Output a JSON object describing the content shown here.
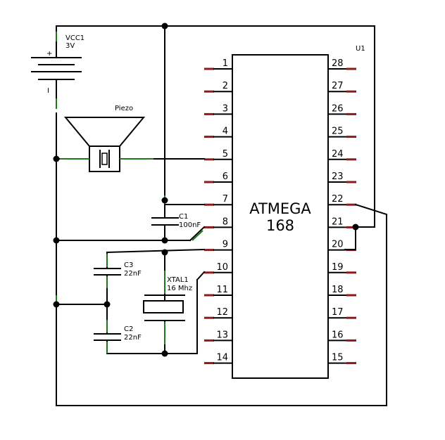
{
  "chip": {
    "designator": "U1",
    "label_line1": "ATMEGA",
    "label_line2": "168",
    "left_pins": [
      "1",
      "2",
      "3",
      "4",
      "5",
      "6",
      "7",
      "8",
      "9",
      "10",
      "11",
      "12",
      "13",
      "14"
    ],
    "right_pins": [
      "28",
      "27",
      "26",
      "25",
      "24",
      "23",
      "22",
      "21",
      "20",
      "19",
      "18",
      "17",
      "16",
      "15"
    ]
  },
  "battery": {
    "name": "VCC1",
    "value": "3V",
    "plus": "+",
    "minus": "I"
  },
  "piezo": {
    "name": "Piezo"
  },
  "c1": {
    "name": "C1",
    "value": "100nF"
  },
  "c2": {
    "name": "C2",
    "value": "22nF"
  },
  "c3": {
    "name": "C3",
    "value": "22nF"
  },
  "xtal": {
    "name": "XTAL1",
    "value": "16 Mhz"
  },
  "colors": {
    "wire": "#000000",
    "pin": "#8b1a1a",
    "lead": "#1a7a1a"
  }
}
